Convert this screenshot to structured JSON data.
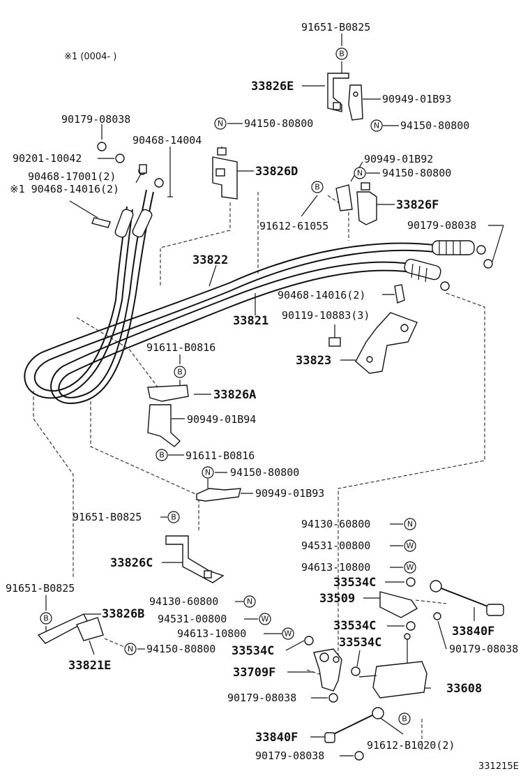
{
  "note": "※1 (0004-     )",
  "ref_code": "331215E",
  "symbols": {
    "B": "B",
    "N": "N",
    "W": "W"
  },
  "labels": {
    "p91651_top": "91651-B0825",
    "p33826E": "33826E",
    "p90949_01B93_top": "90949-01B93",
    "p94150_n1": "94150-80800",
    "p94150_n2": "94150-80800",
    "p90179_08038_a": "90179-08038",
    "p90468_14004": "90468-14004",
    "p90201": "90201-10042",
    "p90468_17001": "90468-17001(2)",
    "p90468_14016_x": "※1 90468-14016(2)",
    "p33826D": "33826D",
    "p90949_01B92": "90949-01B92",
    "p94150_n3": "94150-80800",
    "p33826F": "33826F",
    "p91612_61055": "91612-61055",
    "p90179_08038_b": "90179-08038",
    "p33822": "33822",
    "p33821": "33821",
    "p90468_14016_2": "90468-14016(2)",
    "p90119": "90119-10883(3)",
    "p33823": "33823",
    "p91611_a": "91611-B0816",
    "p33826A": "33826A",
    "p90949_01B94": "90949-01B94",
    "p91611_b": "91611-B0816",
    "p94150_n4": "94150-80800",
    "p90949_01B93_mid": "90949-01B93",
    "p91651_mid": "91651-B0825",
    "p33826C": "33826C",
    "p94130_r": "94130-60800",
    "p94531_r": "94531-00800",
    "p94613_r": "94613-10800",
    "p33534C_1": "33534C",
    "p33509": "33509",
    "p91651_left": "91651-B0825",
    "p33826B": "33826B",
    "p33821E": "33821E",
    "p94150_n5": "94150-80800",
    "p94130_c": "94130-60800",
    "p94531_c": "94531-00800",
    "p94613_c": "94613-10800",
    "p33534C_2": "33534C",
    "p33534C_3": "33534C",
    "p33534C_4": "33534C",
    "p33840F_r": "33840F",
    "p90179_08038_c": "90179-08038",
    "p33709F": "33709F",
    "p33608": "33608",
    "p90179_08038_d": "90179-08038",
    "p33840F_b": "33840F",
    "p91612_B1020": "91612-B1020(2)",
    "p90179_08038_e": "90179-08038"
  }
}
